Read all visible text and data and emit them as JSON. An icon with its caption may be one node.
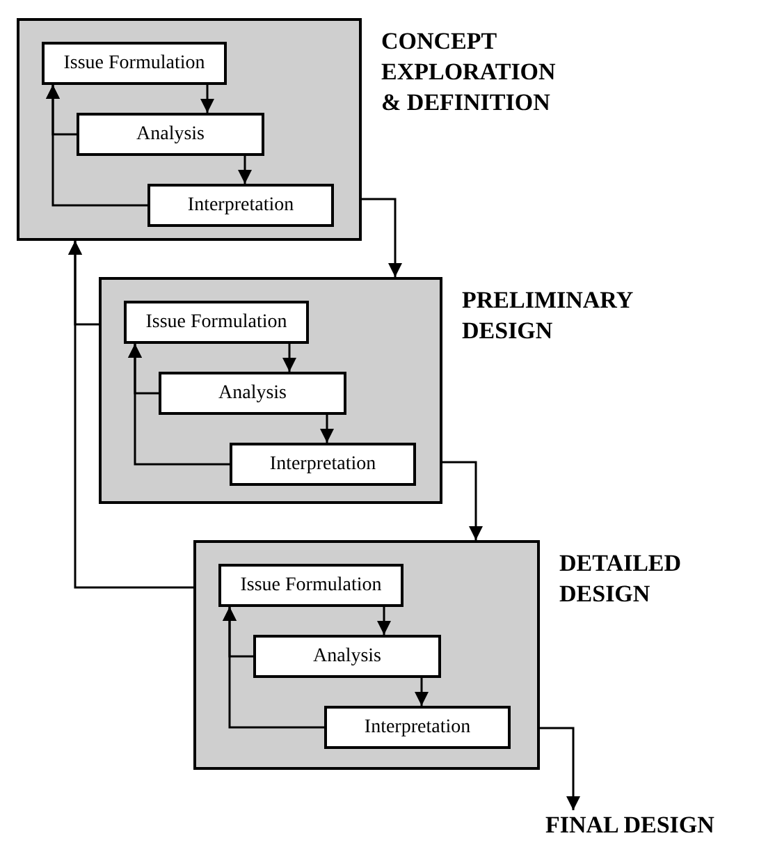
{
  "diagram": {
    "nodes": [
      {
        "text": [
          "CONCEPT EXPLORATION & DEFINITION"
        ]
      },
      {
        "text": [
          "Issue Formulation"
        ],
        "in": 0
      },
      {
        "text": [
          "Analysis"
        ],
        "in": 0
      },
      {
        "text": [
          "Interpretation"
        ],
        "in": 0
      },
      {
        "text": [
          "PRELIMINARY DESIGN"
        ]
      },
      {
        "text": [
          "Issue Formulation"
        ],
        "in": 4
      },
      {
        "text": [
          "Analysis"
        ],
        "in": 4
      },
      {
        "text": [
          "Interpretation"
        ],
        "in": 4
      },
      {
        "text": [
          "DETAILED DESIGN"
        ]
      },
      {
        "text": [
          "Issue Formulation"
        ],
        "in": 8
      },
      {
        "text": [
          "Analysis"
        ],
        "in": 8
      },
      {
        "text": [
          "Interpretation"
        ],
        "in": 8
      },
      {
        "text": [
          "FINAL DESIGN"
        ]
      }
    ],
    "edges": [
      {
        "from": 1,
        "to": 2,
        "arrow": "to"
      },
      {
        "from": 2,
        "to": 3,
        "arrow": "to"
      },
      {
        "from": 2,
        "to": 1,
        "arrow": "to"
      },
      {
        "from": 3,
        "to": 1,
        "arrow": "to"
      },
      {
        "from": 5,
        "to": 6,
        "arrow": "to"
      },
      {
        "from": 6,
        "to": 7,
        "arrow": "to"
      },
      {
        "from": 6,
        "to": 5,
        "arrow": "to"
      },
      {
        "from": 7,
        "to": 5,
        "arrow": "to"
      },
      {
        "from": 9,
        "to": 10,
        "arrow": "to"
      },
      {
        "from": 10,
        "to": 11,
        "arrow": "to"
      },
      {
        "from": 10,
        "to": 9,
        "arrow": "to"
      },
      {
        "from": 11,
        "to": 9,
        "arrow": "to"
      },
      {
        "from": 0,
        "to": 4,
        "arrow": "to"
      },
      {
        "from": 4,
        "to": 8,
        "arrow": "to"
      },
      {
        "from": 8,
        "to": 12,
        "arrow": "to"
      },
      {
        "from": 4,
        "to": 0,
        "arrow": "to"
      },
      {
        "from": 8,
        "to": 0,
        "arrow": "to"
      }
    ]
  }
}
